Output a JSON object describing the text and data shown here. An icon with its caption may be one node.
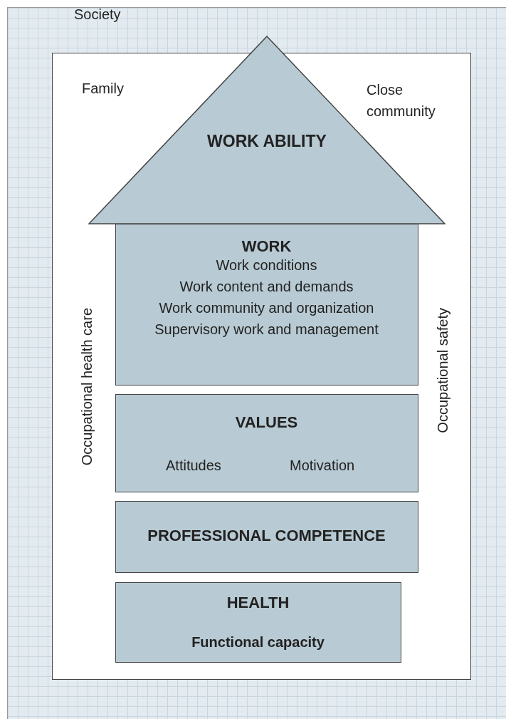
{
  "diagram": {
    "nodes": [
      {
        "text": [
          "Society"
        ]
      },
      {
        "text": [
          "Family",
          "Close community",
          "Occupational health care",
          "Occupational safety"
        ],
        "in": 0
      },
      {
        "text": [
          "WORK ABILITY"
        ],
        "in": 1
      },
      {
        "text": [
          "WORK",
          "Work conditions",
          "Work content and demands",
          "Work community and organization",
          "Supervisory work and management"
        ],
        "in": 1
      },
      {
        "text": [
          "VALUES",
          "Attitudes",
          "Motivation"
        ],
        "in": 1
      },
      {
        "text": [
          "PROFESSIONAL COMPETENCE"
        ],
        "in": 1
      },
      {
        "text": [
          "HEALTH",
          "Functional capacity"
        ],
        "in": 1
      }
    ],
    "edges": []
  }
}
